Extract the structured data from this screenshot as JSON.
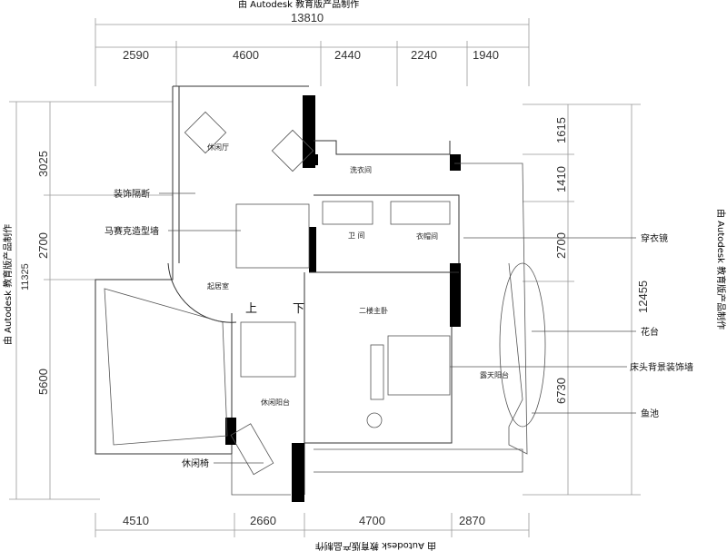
{
  "watermark": "由 Autodesk 教育版产品制作",
  "dimensions": {
    "top_total": "13810",
    "top": [
      "2590",
      "4600",
      "2440",
      "2240",
      "1940"
    ],
    "left_total": "11325",
    "left": [
      "3025",
      "2700",
      "5600"
    ],
    "right_total": "12455",
    "right": [
      "1615",
      "1410",
      "2700",
      "6730"
    ],
    "bottom": [
      "4510",
      "2660",
      "4700",
      "2870"
    ]
  },
  "rooms": {
    "leisure_hall": "休闲厅",
    "laundry": "洗衣间",
    "cloakroom": "衣帽间",
    "bathroom": "卫 间",
    "living": "起居室",
    "master_bedroom": "二楼主卧",
    "open_balcony": "露天阳台",
    "leisure_balcony": "休闲阳台",
    "stair_up": "上",
    "stair_down": "下"
  },
  "annotations": {
    "partition": "装饰隔断",
    "mosaic_wall": "马赛克造型墙",
    "lounge_chair": "休闲椅",
    "mirror": "穿衣镜",
    "planter": "花台",
    "headboard_wall": "床头背景装饰墙",
    "fish_pond": "鱼池"
  },
  "colors": {
    "line": "#333333",
    "wall": "#000000"
  }
}
